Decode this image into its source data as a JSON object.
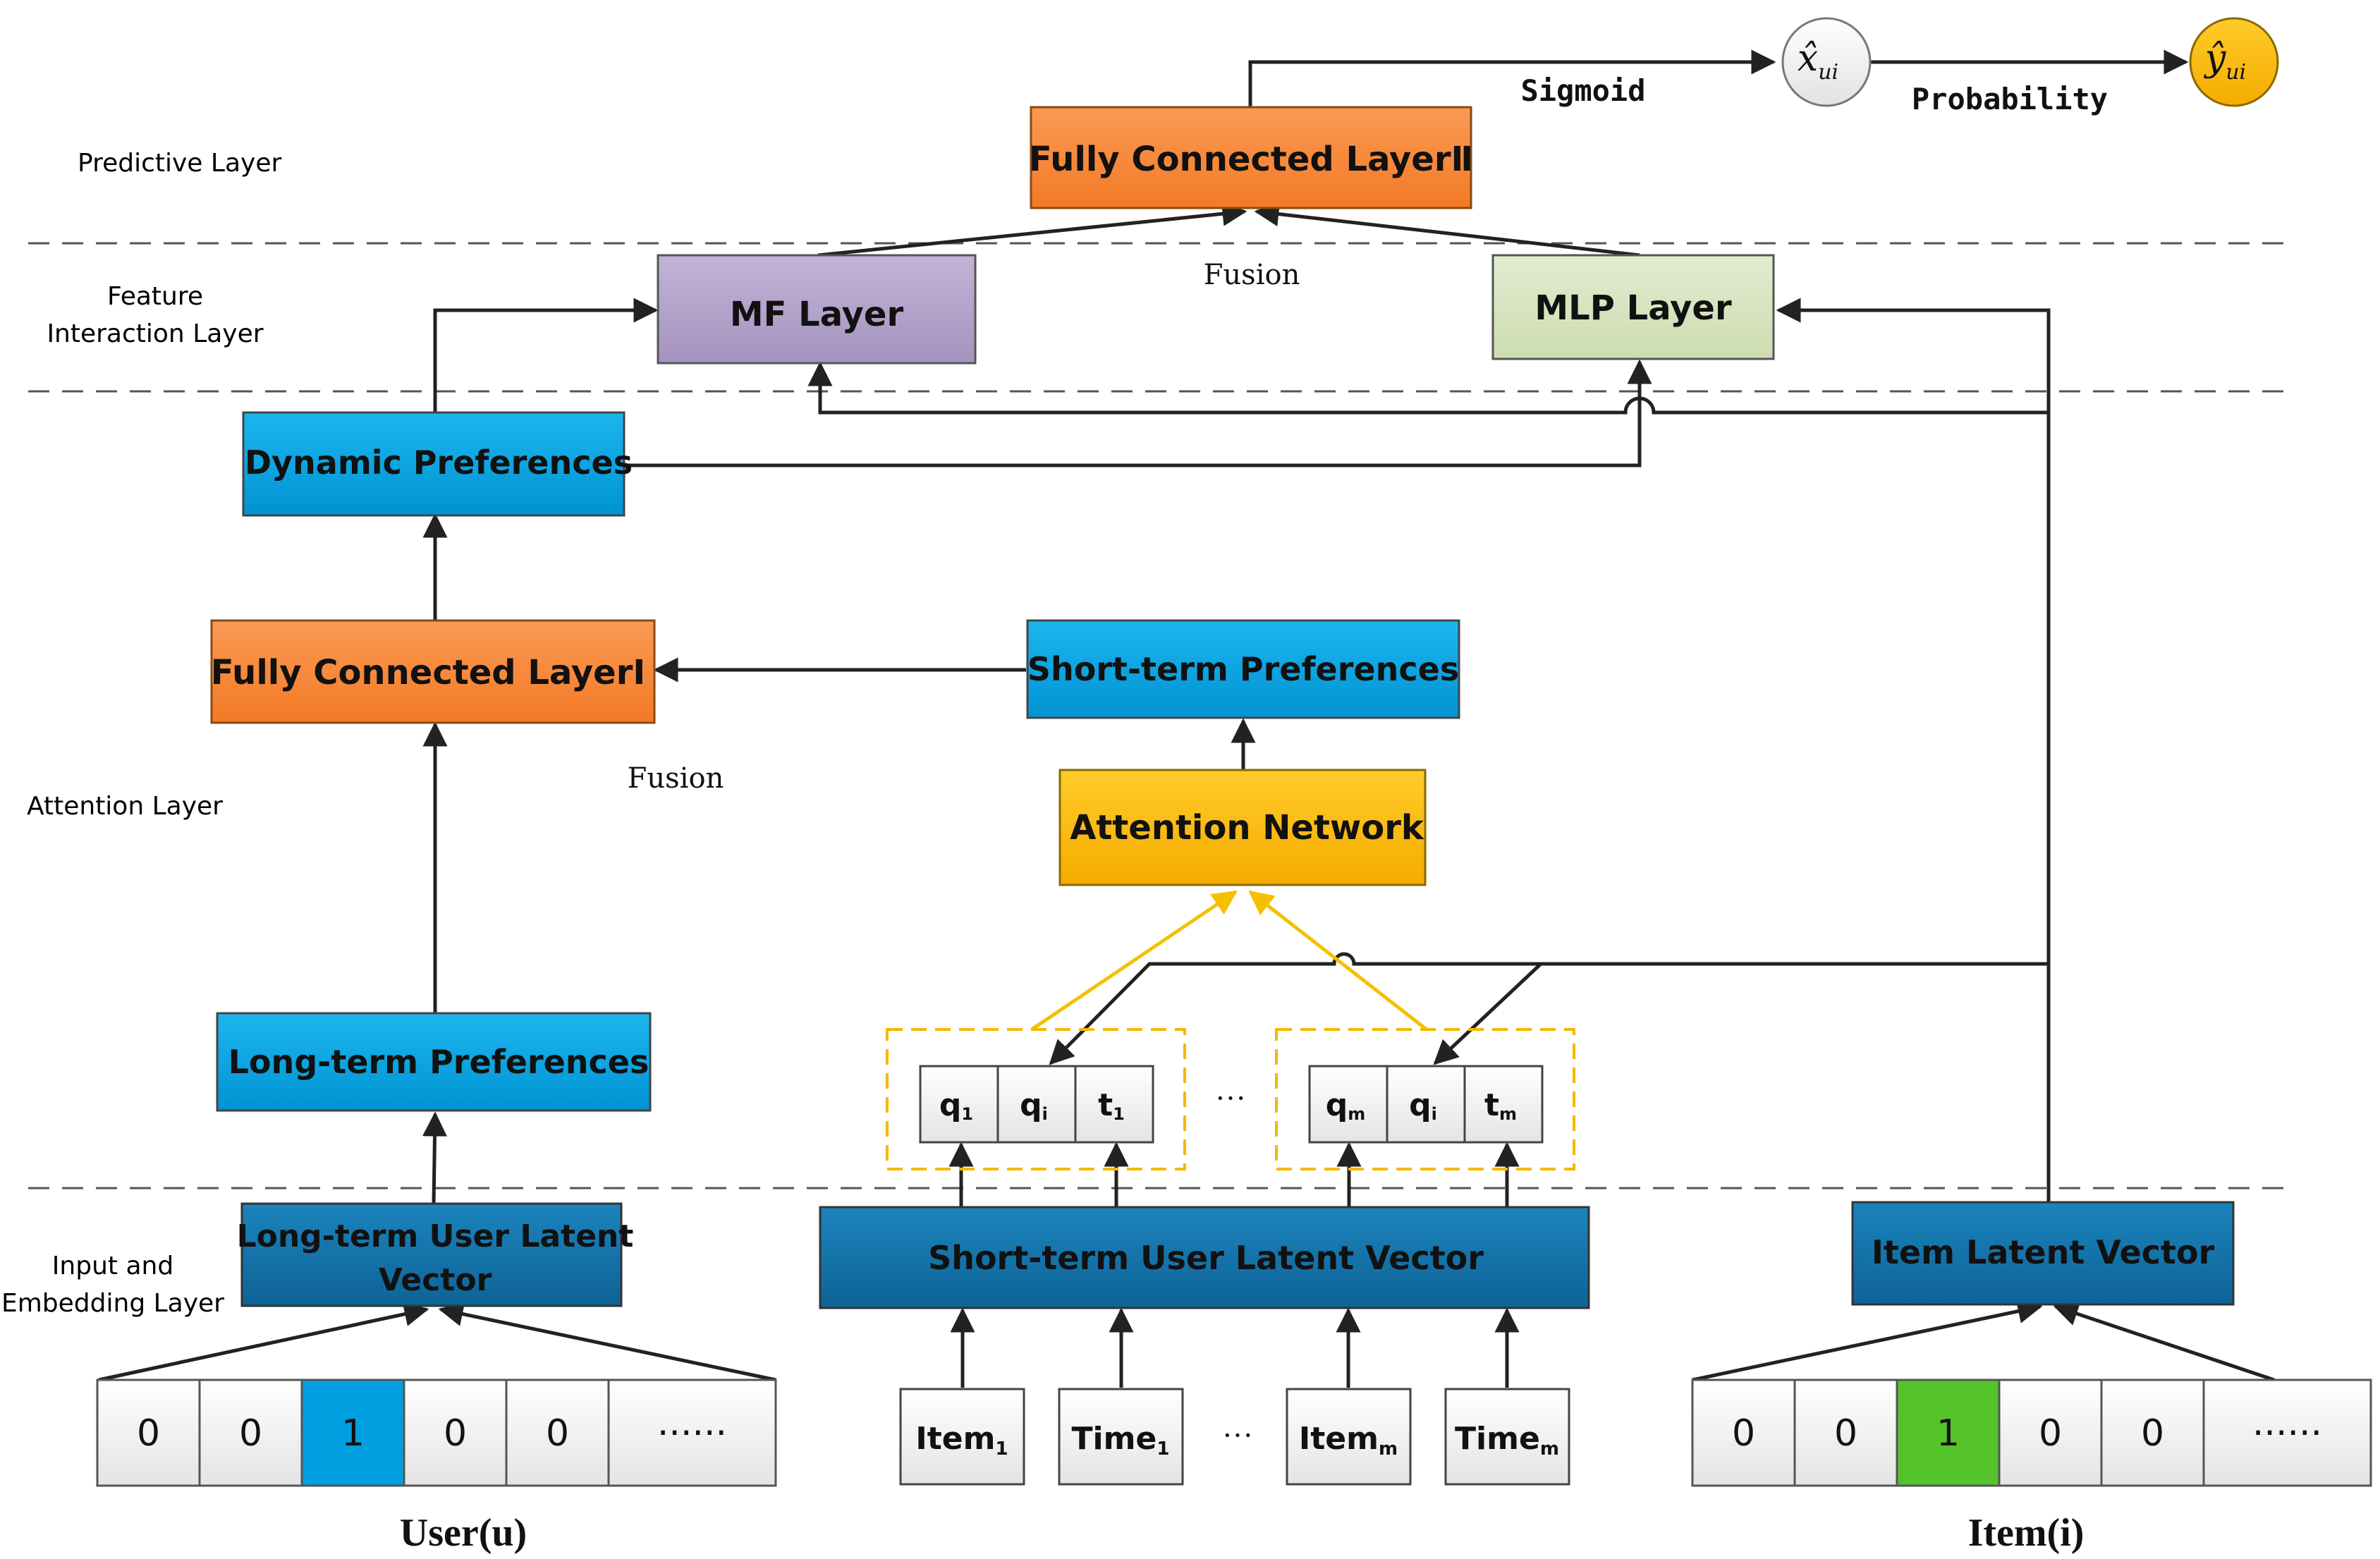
{
  "layers": {
    "predictive": "Predictive Layer",
    "feature_line1": "Feature",
    "feature_line2": "Interaction Layer",
    "attention": "Attention Layer",
    "input_line1": "Input and",
    "input_line2": "Embedding Layer"
  },
  "boxes": {
    "fc2": "Fully Connected LayerⅡ",
    "mf": "MF Layer",
    "mlp": "MLP Layer",
    "dynamic": "Dynamic Preferences",
    "fc1": "Fully Connected LayerⅠ",
    "short_pref": "Short-term Preferences",
    "attention_net": "Attention Network",
    "long_pref": "Long-term Preferences",
    "long_latent_line1": "Long-term User Latent",
    "long_latent_line2": "Vector",
    "short_latent": "Short-term User Latent Vector",
    "item_latent": "Item Latent Vector"
  },
  "labels": {
    "sigmoid": "Sigmoid",
    "probability": "Probability",
    "fusion_top": "Fusion",
    "fusion_mid": "Fusion",
    "x_hat": "x̂",
    "y_hat": "ŷ",
    "sub_ui": "ui",
    "user": "User(u)",
    "item": "Item(i)",
    "ellipsis_mid": "···",
    "ellipsis_bottom": "···"
  },
  "user_onehot": [
    "0",
    "0",
    "1",
    "0",
    "0",
    "······"
  ],
  "item_onehot": [
    "0",
    "0",
    "1",
    "0",
    "0",
    "······"
  ],
  "q_group1": [
    {
      "main": "q",
      "sub": "1"
    },
    {
      "main": "q",
      "sub": "i"
    },
    {
      "main": "t",
      "sub": "1"
    }
  ],
  "q_group2": [
    {
      "main": "q",
      "sub": "m"
    },
    {
      "main": "q",
      "sub": "i"
    },
    {
      "main": "t",
      "sub": "m"
    }
  ],
  "inputs": [
    {
      "main": "Item",
      "sub": "1"
    },
    {
      "main": "Time",
      "sub": "1"
    },
    {
      "main": "Item",
      "sub": "m"
    },
    {
      "main": "Time",
      "sub": "m"
    }
  ],
  "colors": {
    "orange": "#f78a3e",
    "purple": "#b3a2c7",
    "green_gray": "#d7e4bd",
    "cyan": "#00a3e0",
    "dark_blue": "#1273a8",
    "gold": "#ffc000",
    "onehot_user": "#00a0e0",
    "onehot_item": "#55c42b",
    "yellow_line": "#f5c000"
  }
}
